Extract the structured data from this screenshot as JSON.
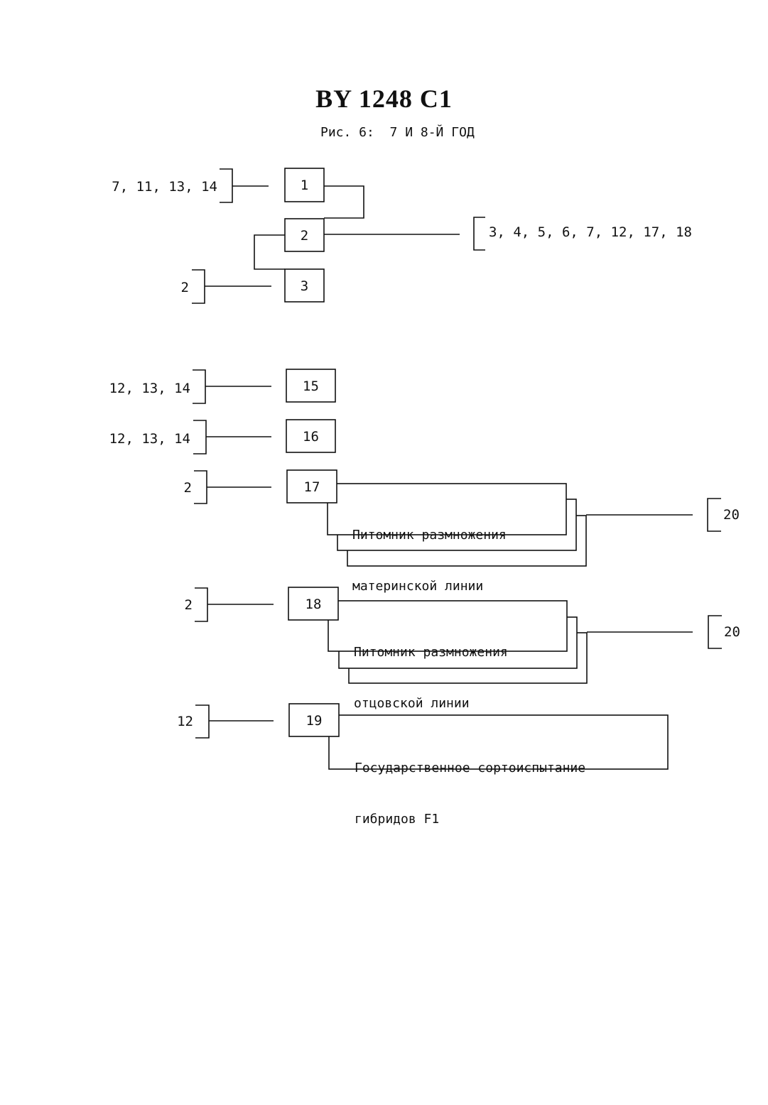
{
  "header": {
    "title": "BY 1248 C1",
    "subtitle": "Рис. 6:  7 И 8-Й ГОД"
  },
  "diagram": {
    "nodes": {
      "n1": "1",
      "n2": "2",
      "n3": "3",
      "n15": "15",
      "n16": "16",
      "n17": "17",
      "n18": "18",
      "n19": "19"
    },
    "labels": {
      "in1": "7, 11, 13, 14",
      "out2": "3, 4, 5, 6, 7, 12, 17, 18",
      "in3": "2",
      "in15": "12, 13, 14",
      "in16": "12, 13, 14",
      "in17": "2",
      "out17": "20",
      "in18": "2",
      "out18": "20",
      "in19": "12"
    },
    "boxes": {
      "b17": [
        "Питомник размножения",
        "материнской линии"
      ],
      "b18": [
        "Питомник размножения",
        "отцовской линии"
      ],
      "b19": [
        "Государственное сортоиспытание",
        "гибридов F1"
      ]
    }
  }
}
